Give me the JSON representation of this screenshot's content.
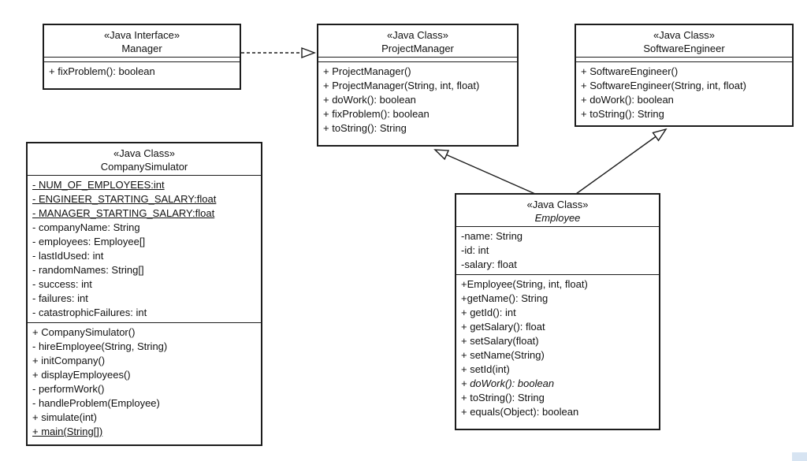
{
  "diagram": {
    "classes": [
      {
        "key": "manager",
        "stereotype": "«Java Interface»",
        "name": "Manager",
        "abstract": false,
        "attributes": [],
        "methods": [
          {
            "text": "+ fixProblem(): boolean"
          }
        ]
      },
      {
        "key": "projectmanager",
        "stereotype": "«Java Class»",
        "name": "ProjectManager",
        "abstract": false,
        "attributes": [],
        "methods": [
          {
            "text": "+ ProjectManager()"
          },
          {
            "text": "+ ProjectManager(String, int, float)"
          },
          {
            "text": "+ doWork(): boolean"
          },
          {
            "text": "+ fixProblem(): boolean"
          },
          {
            "text": "+ toString(): String"
          }
        ]
      },
      {
        "key": "softwareengineer",
        "stereotype": "«Java Class»",
        "name": "SoftwareEngineer",
        "abstract": false,
        "attributes": [],
        "methods": [
          {
            "text": "+ SoftwareEngineer()"
          },
          {
            "text": "+ SoftwareEngineer(String, int, float)"
          },
          {
            "text": "+ doWork(): boolean"
          },
          {
            "text": "+ toString(): String"
          }
        ]
      },
      {
        "key": "companysimulator",
        "stereotype": "«Java Class»",
        "name": "CompanySimulator",
        "abstract": false,
        "attributes": [
          {
            "text": "- NUM_OF_EMPLOYEES:int",
            "underline": true
          },
          {
            "text": "- ENGINEER_STARTING_SALARY:float",
            "underline": true
          },
          {
            "text": "- MANAGER_STARTING_SALARY:float",
            "underline": true
          },
          {
            "text": "- companyName: String"
          },
          {
            "text": "- employees: Employee[]"
          },
          {
            "text": "- lastIdUsed: int"
          },
          {
            "text": "- randomNames: String[]"
          },
          {
            "text": "- success: int"
          },
          {
            "text": "- failures: int"
          },
          {
            "text": "- catastrophicFailures: int"
          }
        ],
        "methods": [
          {
            "text": "+ CompanySimulator()"
          },
          {
            "text": "- hireEmployee(String, String)"
          },
          {
            "text": "+ initCompany()"
          },
          {
            "text": "+ displayEmployees()"
          },
          {
            "text": "- performWork()"
          },
          {
            "text": "- handleProblem(Employee)"
          },
          {
            "text": "+ simulate(int)"
          },
          {
            "text": "+ main(String[])",
            "underline": true
          }
        ]
      },
      {
        "key": "employee",
        "stereotype": "«Java Class»",
        "name": "Employee",
        "abstract": true,
        "attributes": [
          {
            "text": "-name: String"
          },
          {
            "text": "-id: int"
          },
          {
            "text": "-salary: float"
          }
        ],
        "methods": [
          {
            "text": "+Employee(String, int, float)"
          },
          {
            "text": "+getName(): String"
          },
          {
            "text": "+ getId(): int"
          },
          {
            "text": "+ getSalary(): float"
          },
          {
            "text": "+ setSalary(float)"
          },
          {
            "text": "+ setName(String)"
          },
          {
            "text": "+ setId(int)"
          },
          {
            "text": "+ doWork(): boolean",
            "italic": true
          },
          {
            "text": "+ toString(): String"
          },
          {
            "text": "+ equals(Object): boolean"
          }
        ]
      }
    ],
    "relationships": [
      {
        "type": "realization",
        "from": "Manager",
        "to": "ProjectManager",
        "line": "dashed",
        "arrowhead": "hollow-triangle"
      },
      {
        "type": "generalization",
        "from": "Employee",
        "to": "ProjectManager",
        "line": "solid",
        "arrowhead": "hollow-triangle"
      },
      {
        "type": "generalization",
        "from": "Employee",
        "to": "SoftwareEngineer",
        "line": "solid",
        "arrowhead": "hollow-triangle"
      }
    ],
    "line_color": "#1c1c1c",
    "background": "#ffffff"
  }
}
